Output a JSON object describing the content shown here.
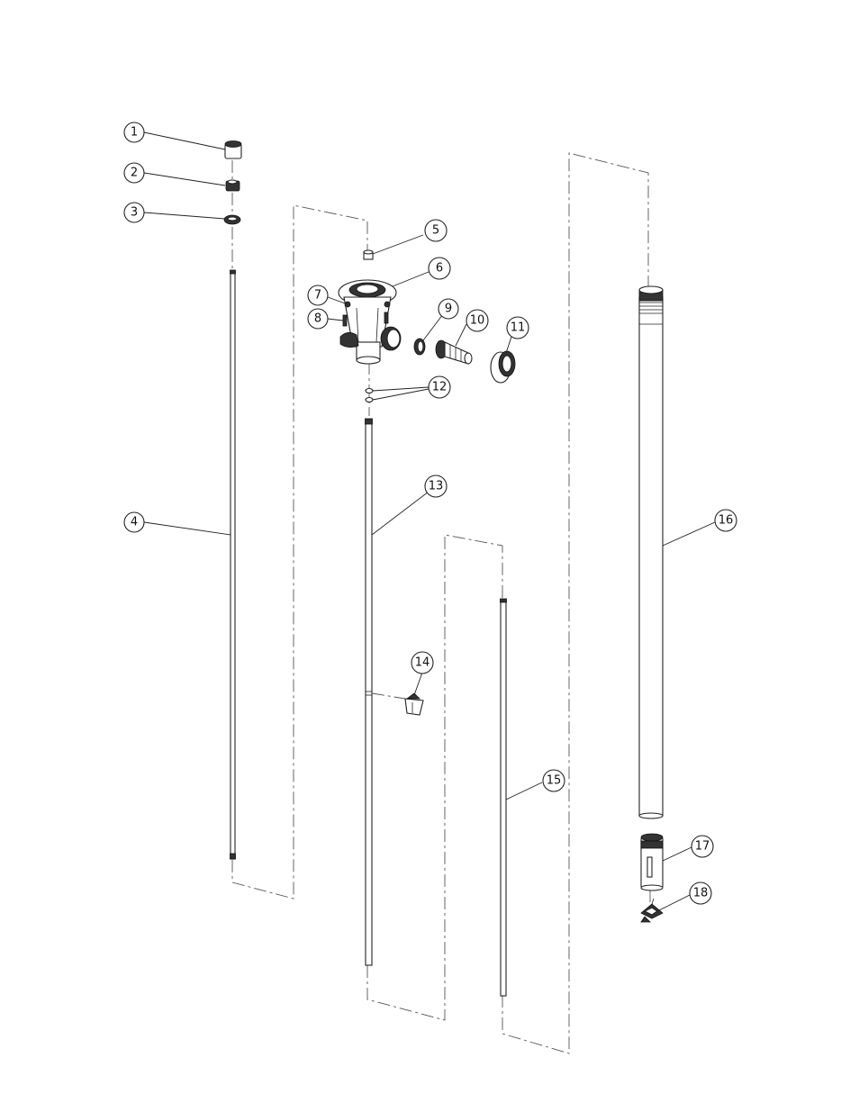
{
  "balloons": [
    {
      "label": "1"
    },
    {
      "label": "2"
    },
    {
      "label": "3"
    },
    {
      "label": "4"
    },
    {
      "label": "5"
    },
    {
      "label": "6"
    },
    {
      "label": "7"
    },
    {
      "label": "8"
    },
    {
      "label": "9"
    },
    {
      "label": "10"
    },
    {
      "label": "11"
    },
    {
      "label": "12"
    },
    {
      "label": "13"
    },
    {
      "label": "14"
    },
    {
      "label": "15"
    },
    {
      "label": "16"
    },
    {
      "label": "17"
    },
    {
      "label": "18"
    }
  ],
  "colors": {
    "line": "#222222",
    "chain": "#555555",
    "background": "#ffffff"
  }
}
